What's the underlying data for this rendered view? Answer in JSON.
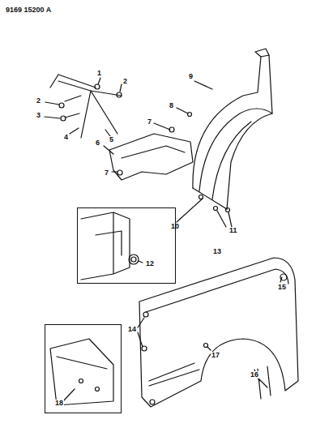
{
  "diagram": {
    "nodes": [
      {
        "text": [
          "12"
        ]
      },
      {
        "text": [
          "18"
        ]
      }
    ],
    "labels": [
      "9169 15200 A",
      "1",
      "2",
      "2",
      "3",
      "4",
      "5",
      "9",
      "8",
      "7",
      "6",
      "7",
      "10",
      "11",
      "13",
      "15",
      "14",
      "17",
      "16"
    ]
  }
}
